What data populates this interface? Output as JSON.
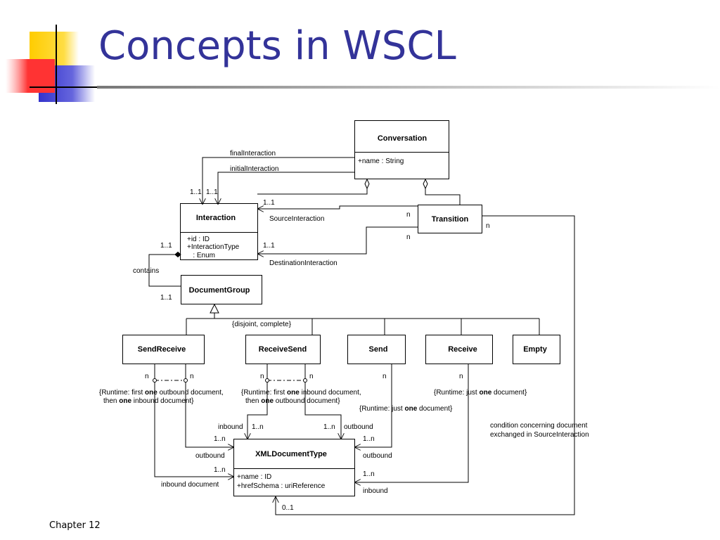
{
  "slide": {
    "title": "Concepts in WSCL",
    "footer": "Chapter 12"
  },
  "classes": {
    "conversation": {
      "name": "Conversation",
      "attributes": [
        "+name : String"
      ]
    },
    "interaction": {
      "name": "Interaction",
      "attributes": [
        "+id : ID",
        "+InteractionType",
        "   : Enum"
      ]
    },
    "transition": {
      "name": "Transition"
    },
    "document_group": {
      "name": "DocumentGroup"
    },
    "send_receive": {
      "name": "SendReceive"
    },
    "receive_send": {
      "name": "ReceiveSend"
    },
    "send": {
      "name": "Send"
    },
    "receive": {
      "name": "Receive"
    },
    "empty": {
      "name": "Empty"
    },
    "xml_document_type": {
      "name": "XMLDocumentType",
      "attributes": [
        "+name : ID",
        "+hrefSchema : uriReference"
      ]
    }
  },
  "labels": {
    "final_interaction": "finalInteraction",
    "initial_interaction": "initialInteraction",
    "mult_initial_1": "1..1",
    "mult_initial_2": "1..1",
    "mult_source": "1..1",
    "source_interaction": "SourceInteraction",
    "mult_dest": "1..1",
    "destination_interaction": "DestinationInteraction",
    "mult_tr_source": "n",
    "mult_tr_dest": "n",
    "mult_tr_cond": "n",
    "mult_contains_top": "1..1",
    "contains": "contains",
    "mult_contains_bottom": "1..1",
    "disjoint": "{disjoint, complete}",
    "sr_n1": "n",
    "sr_n2": "n",
    "sr_note_1_pre": "{Runtime: first ",
    "sr_note_1_bold": "one",
    "sr_note_1_post": " outbound document,",
    "sr_note_2_pre": "then ",
    "sr_note_2_bold": "one",
    "sr_note_2_post": " inbound document}",
    "rs_n1": "n",
    "rs_n2": "n",
    "rs_note_1_pre": "{Runtime: first ",
    "rs_note_1_bold": "one",
    "rs_note_1_post": " inbound document,",
    "rs_note_2_pre": "then ",
    "rs_note_2_bold": "one",
    "rs_note_2_post": " outbound document}",
    "send_n": "n",
    "send_note_pre": "{Runtime: just ",
    "send_note_bold": "one",
    "send_note_post": " document}",
    "receive_n": "n",
    "receive_note_pre": "{Runtime: just ",
    "receive_note_bold": "one",
    "receive_note_post": " document}",
    "inbound_left": "inbound",
    "mult_in_left": "1..n",
    "mult_out_right": "1..n",
    "outbound_right": "outbound",
    "mult_sr_out": "1..n",
    "outbound_left": "outbound",
    "mult_send_out": "1..n",
    "outbound_send": "outbound",
    "mult_sr_in": "1..n",
    "inbound_document": "inbound document",
    "mult_recv_in": "1..n",
    "inbound_recv": "inbound",
    "condition_1": "condition concerning document",
    "condition_2": "exchanged in SourceInteraction",
    "mult_zero_one": "0..1"
  },
  "colors": {
    "title": "#333399",
    "deco_yellow": "#ffcc00",
    "deco_red": "#ff3333",
    "deco_blue": "#3333cc",
    "rule": "#999999"
  }
}
